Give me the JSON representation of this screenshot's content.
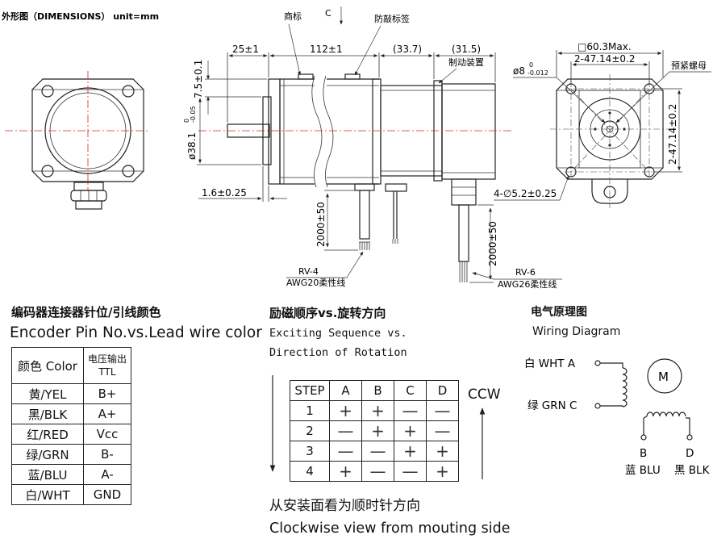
{
  "drawing": {
    "heading": "外形图（DIMENSIONS）   unit=mm",
    "labels": {
      "shangbiao": "商标",
      "fangwei": "防敲标签",
      "c_view": "C",
      "zhidong": "制动装置",
      "jinggu": "预紧螺母"
    },
    "dims": {
      "d25": "25±1",
      "d112": "112±1",
      "d337": "(33.7)",
      "d315": "(31.5)",
      "d75": "7.5±0.1",
      "d381": "ø38.1",
      "d381_tol_up": "0",
      "d381_tol_dn": "-0.05",
      "d16": "1.6±0.25",
      "d2000a": "2000±50",
      "d2000b": "2000±50",
      "d603": "□60.3Max.",
      "d4714h": "2-47.14±0.2",
      "d4714v": "2-47.14±0.2",
      "dshaft": "ø8",
      "dshaft_tol_up": "0",
      "dshaft_tol_dn": "-0.012",
      "dholes": "4-∅5.2±0.25"
    },
    "cables": {
      "rv4": "RV-4",
      "awg20": "AWG20柔性线",
      "rv6": "RV-6",
      "awg26": "AWG26柔性线"
    }
  },
  "encoder": {
    "title": "编码器连接器针位/引线颜色",
    "subtitle": "Encoder Pin No.vs.Lead wire color",
    "headers": {
      "color": "颜色 Color",
      "ttl_line1": "电压输出",
      "ttl_line2": "TTL"
    },
    "rows": [
      {
        "color": "黄/YEL",
        "signal": "B+"
      },
      {
        "color": "黑/BLK",
        "signal": "A+"
      },
      {
        "color": "红/RED",
        "signal": "Vcc"
      },
      {
        "color": "绿/GRN",
        "signal": "B-"
      },
      {
        "color": "蓝/BLU",
        "signal": "A-"
      },
      {
        "color": "白/WHT",
        "signal": "GND"
      }
    ]
  },
  "exciting": {
    "title": "励磁顺序vs.旋转方向",
    "subtitle_line1": "Exciting Sequence vs.",
    "subtitle_line2": "Direction of Rotation",
    "headers": [
      "STEP",
      "A",
      "B",
      "C",
      "D"
    ],
    "rows": [
      [
        "1",
        "+",
        "+",
        "—",
        "—"
      ],
      [
        "2",
        "—",
        "+",
        "+",
        "—"
      ],
      [
        "3",
        "—",
        "—",
        "+",
        "+"
      ],
      [
        "4",
        "+",
        "—",
        "—",
        "+"
      ]
    ],
    "ccw": "CCW",
    "note_cn": "从安装面看为顺时针方向",
    "note_en": "Clockwise view from mouting side"
  },
  "wiring": {
    "title": "电气原理图",
    "subtitle": "Wiring Diagram",
    "wht_label": "白  WHT   A",
    "grn_label": "绿 GRN    C",
    "motor": "M",
    "b_letter": "B",
    "d_letter": "D",
    "blu_label": "蓝 BLU",
    "blk_label": "黑 BLK"
  }
}
